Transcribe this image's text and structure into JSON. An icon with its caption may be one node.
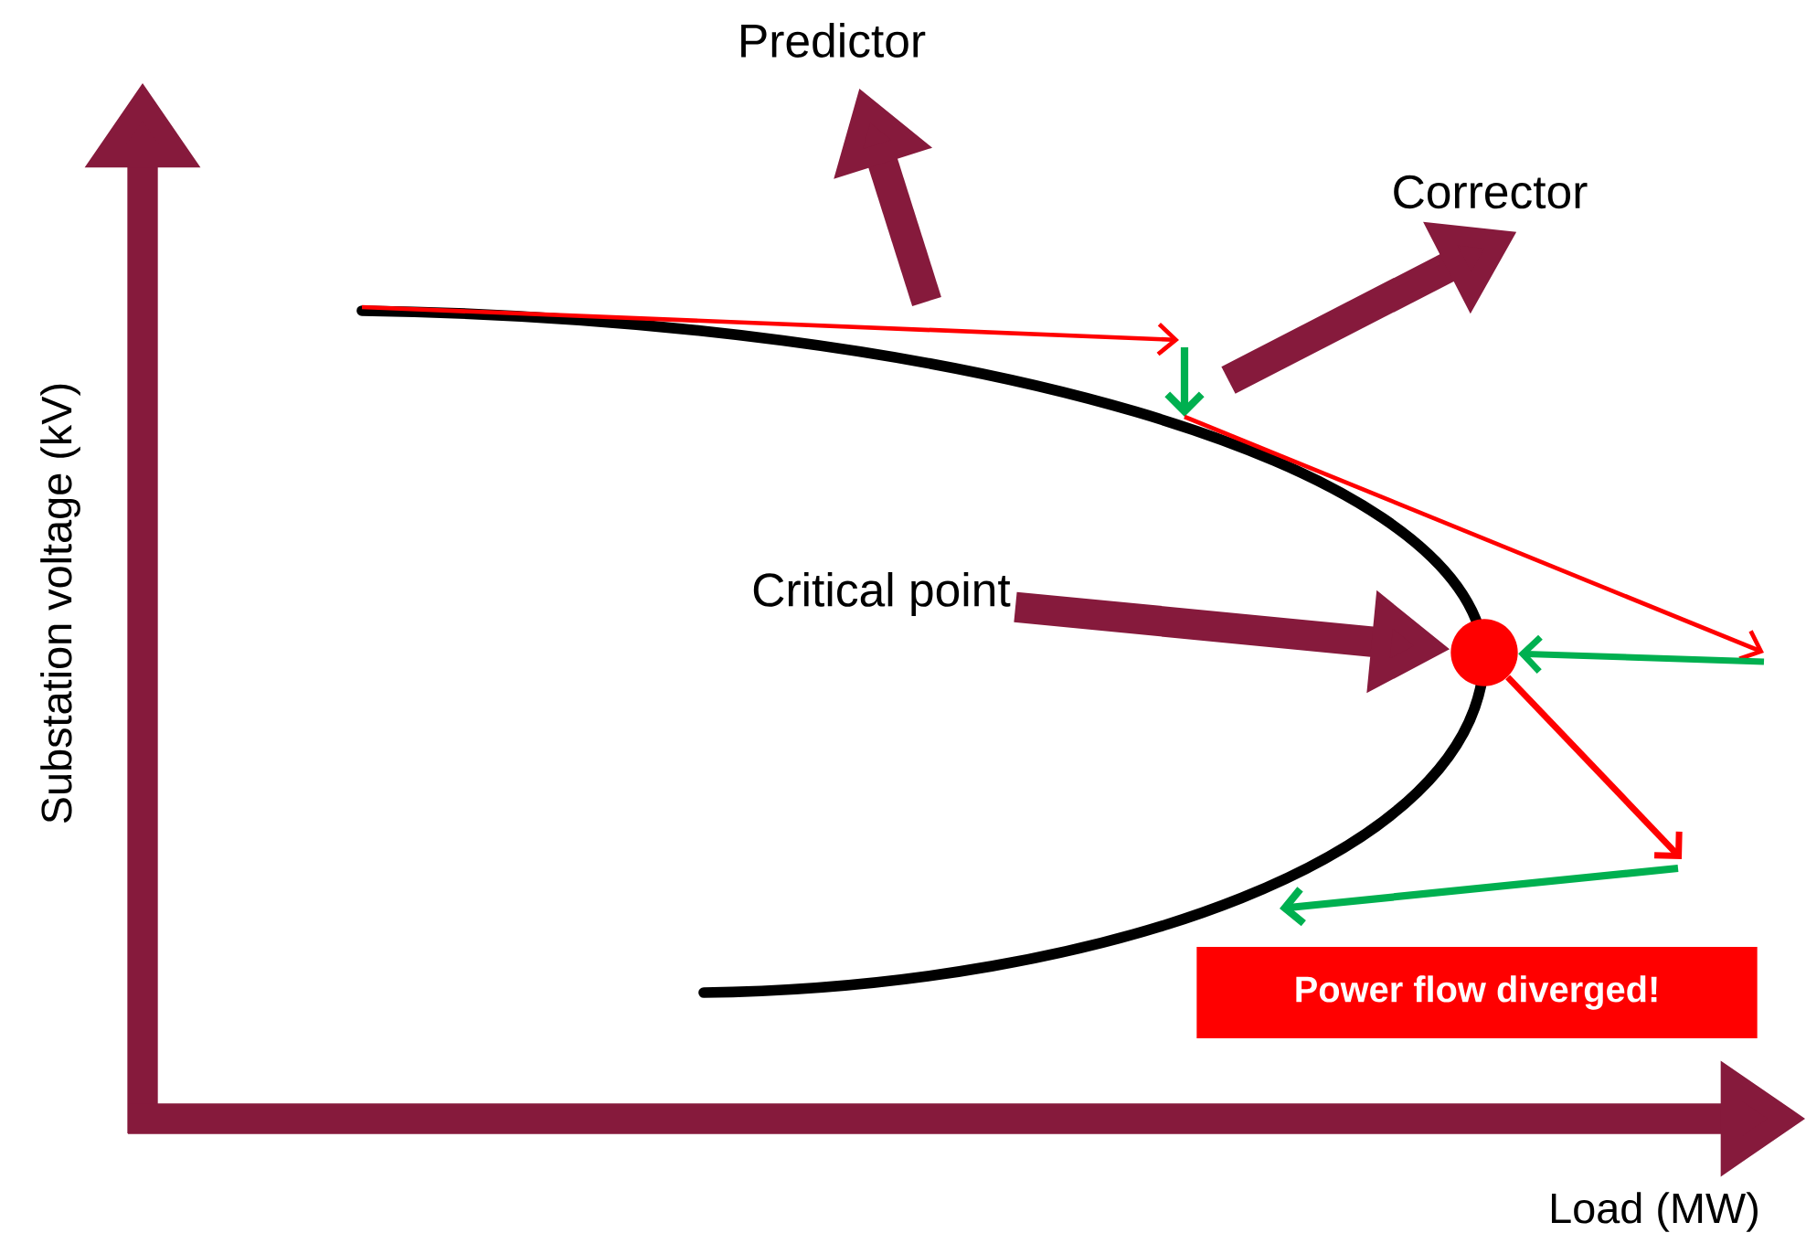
{
  "diagram": {
    "nodes": [
      {
        "text": [
          "Predictor"
        ]
      },
      {
        "text": [
          "Corrector"
        ]
      },
      {
        "text": [
          "Critical point"
        ]
      },
      {
        "text": [],
        "shape": "circle"
      },
      {
        "text": [
          "Power flow diverged!"
        ]
      }
    ],
    "edges": [
      {
        "from": 2,
        "to": 3,
        "arrow": "to"
      },
      {
        "from": null,
        "to": 0,
        "arrow": "to"
      },
      {
        "from": null,
        "to": 1,
        "arrow": "to"
      },
      {
        "from": null,
        "to": 3,
        "arrow": "to",
        "color": "#00b050"
      },
      {
        "from": 3,
        "to": null,
        "arrow": "to",
        "color": "#ff0000"
      }
    ],
    "labels": [
      "Substation voltage (kV)",
      "Load (MW)"
    ]
  }
}
